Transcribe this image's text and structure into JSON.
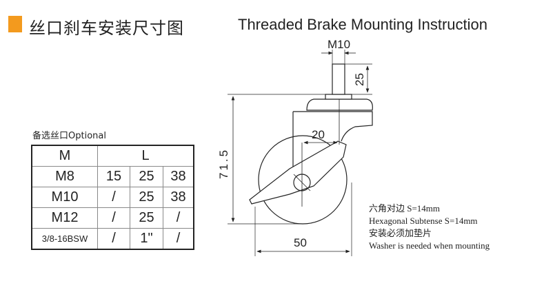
{
  "title": {
    "cn": "丝口刹车安装尺寸图",
    "en": "Threaded Brake Mounting Instruction",
    "accent_color": "#f39a1e"
  },
  "table": {
    "caption": "备选丝口Optional",
    "headers": [
      "M",
      "L"
    ],
    "rows": [
      [
        "M8",
        "15",
        "25",
        "38"
      ],
      [
        "M10",
        "/",
        "25",
        "38"
      ],
      [
        "M12",
        "/",
        "25",
        "/"
      ],
      [
        "3/8-16BSW",
        "/",
        "1\"",
        "/"
      ]
    ]
  },
  "dimensions": {
    "thread": "M10",
    "stem_length": "25",
    "height": "71.5",
    "offset": "20",
    "wheel_diameter": "50"
  },
  "notes": [
    "六角对边 S=14mm",
    "Hexagonal Subtense S=14mm",
    "安装必须加垫片",
    "Washer is needed when mounting"
  ]
}
